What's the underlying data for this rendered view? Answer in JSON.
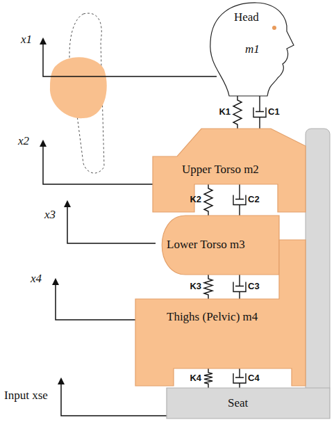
{
  "diagram": {
    "nodes": [
      {
        "text": [
          "Head",
          "m1"
        ]
      },
      {
        "text": [
          "Upper Torso m2"
        ]
      },
      {
        "text": [
          "Lower Torso m3"
        ]
      },
      {
        "text": [
          "Thighs (Pelvic) m4"
        ]
      },
      {
        "text": [
          "Seat"
        ]
      }
    ],
    "edges": [
      {
        "from": 0,
        "to": 1,
        "arrow": "none",
        "label": "K1"
      },
      {
        "from": 0,
        "to": 1,
        "arrow": "none",
        "label": "C1"
      },
      {
        "from": 1,
        "to": 2,
        "arrow": "none",
        "label": "K2"
      },
      {
        "from": 1,
        "to": 2,
        "arrow": "none",
        "label": "C2"
      },
      {
        "from": 2,
        "to": 3,
        "arrow": "none",
        "label": "K3"
      },
      {
        "from": 2,
        "to": 3,
        "arrow": "none",
        "label": "C3"
      },
      {
        "from": 3,
        "to": 4,
        "arrow": "none",
        "label": "K4"
      },
      {
        "from": 3,
        "to": 4,
        "arrow": "none",
        "label": "C4"
      }
    ],
    "labels": [
      "x1",
      "x2",
      "x3",
      "x4",
      "Input xse"
    ]
  }
}
